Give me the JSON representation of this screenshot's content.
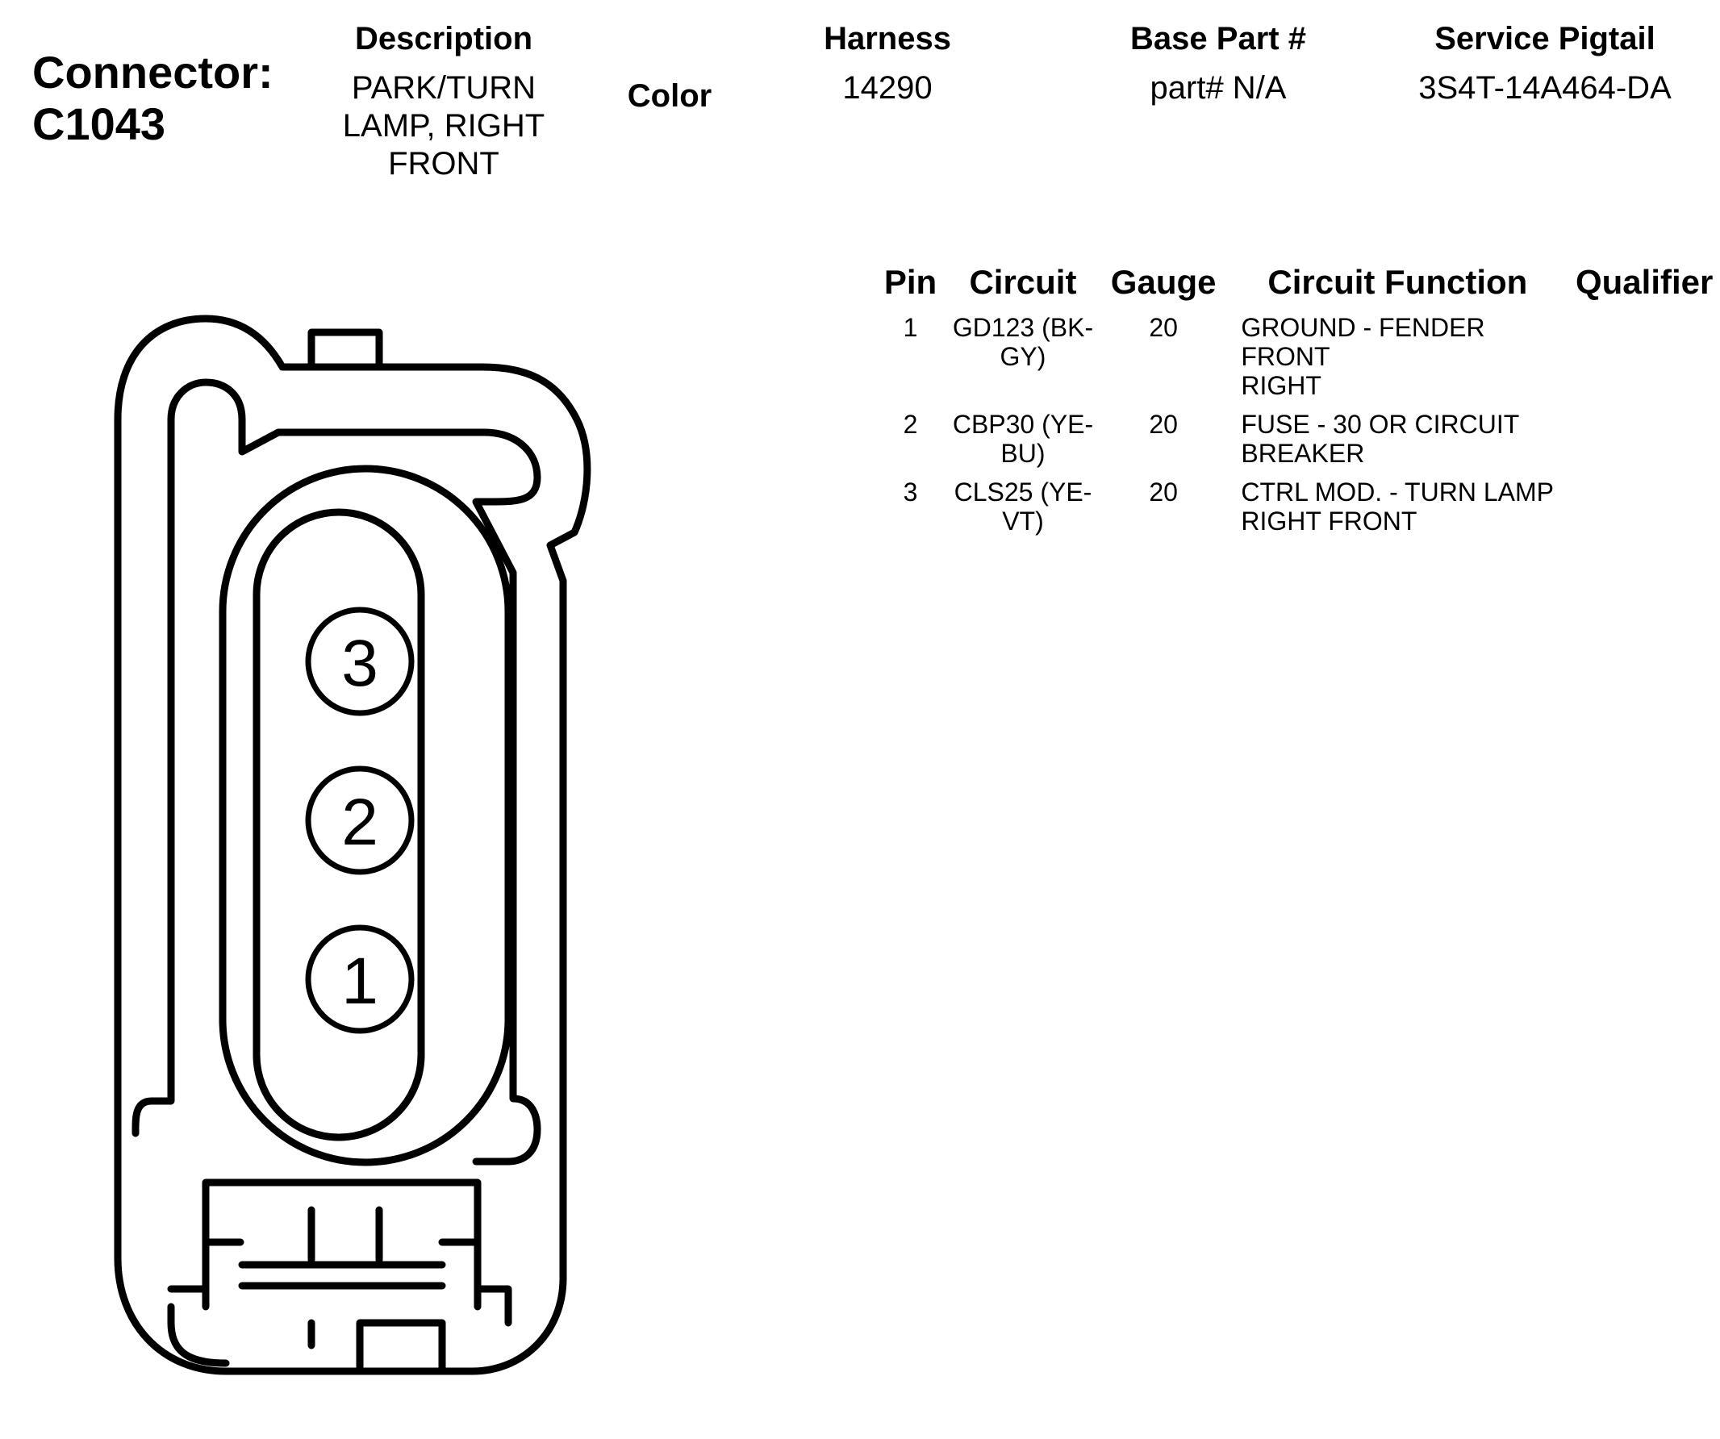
{
  "header": {
    "connector_label": "Connector:",
    "connector_id": "C1043",
    "description_head": "Description",
    "description_lines": [
      "PARK/TURN",
      "LAMP, RIGHT",
      "FRONT"
    ],
    "color_head": "Color",
    "harness_head": "Harness",
    "harness_value": "14290",
    "base_part_head": "Base Part #",
    "base_part_value": "part# N/A",
    "pigtail_head": "Service Pigtail",
    "pigtail_value": "3S4T-14A464-DA"
  },
  "table": {
    "headers": {
      "pin": "Pin",
      "circuit": "Circuit",
      "gauge": "Gauge",
      "function": "Circuit Function",
      "qualifier": "Qualifier"
    },
    "rows": [
      {
        "pin": "1",
        "circuit_1": "GD123 (BK-",
        "circuit_2": "GY)",
        "gauge": "20",
        "function_1": "GROUND - FENDER FRONT",
        "function_2": "RIGHT",
        "qualifier": ""
      },
      {
        "pin": "2",
        "circuit_1": "CBP30 (YE-",
        "circuit_2": "BU)",
        "gauge": "20",
        "function_1": "FUSE - 30 OR CIRCUIT",
        "function_2": "BREAKER",
        "qualifier": ""
      },
      {
        "pin": "3",
        "circuit_1": "CLS25 (YE-",
        "circuit_2": "VT)",
        "gauge": "20",
        "function_1": "CTRL MOD. - TURN LAMP",
        "function_2": "RIGHT FRONT",
        "qualifier": ""
      }
    ]
  },
  "connector_diagram": {
    "pin_labels": [
      "3",
      "2",
      "1"
    ]
  }
}
